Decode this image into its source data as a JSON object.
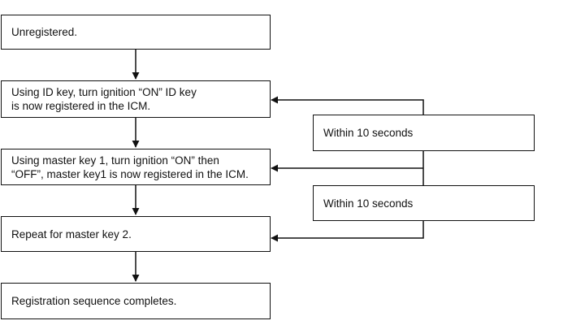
{
  "steps": [
    {
      "text": "Unregistered."
    },
    {
      "text": "Using ID key, turn ignition “ON” ID key\nis now registered in the ICM."
    },
    {
      "text": "Using master key 1, turn ignition “ON” then\n“OFF”, master key1 is now registered in the ICM."
    },
    {
      "text": "Repeat for master key 2."
    },
    {
      "text": "Registration sequence completes."
    }
  ],
  "timers": [
    {
      "text": "Within 10 seconds"
    },
    {
      "text": "Within 10 seconds"
    }
  ],
  "colors": {
    "line": "#111111",
    "box_fill": "#ffffff"
  }
}
